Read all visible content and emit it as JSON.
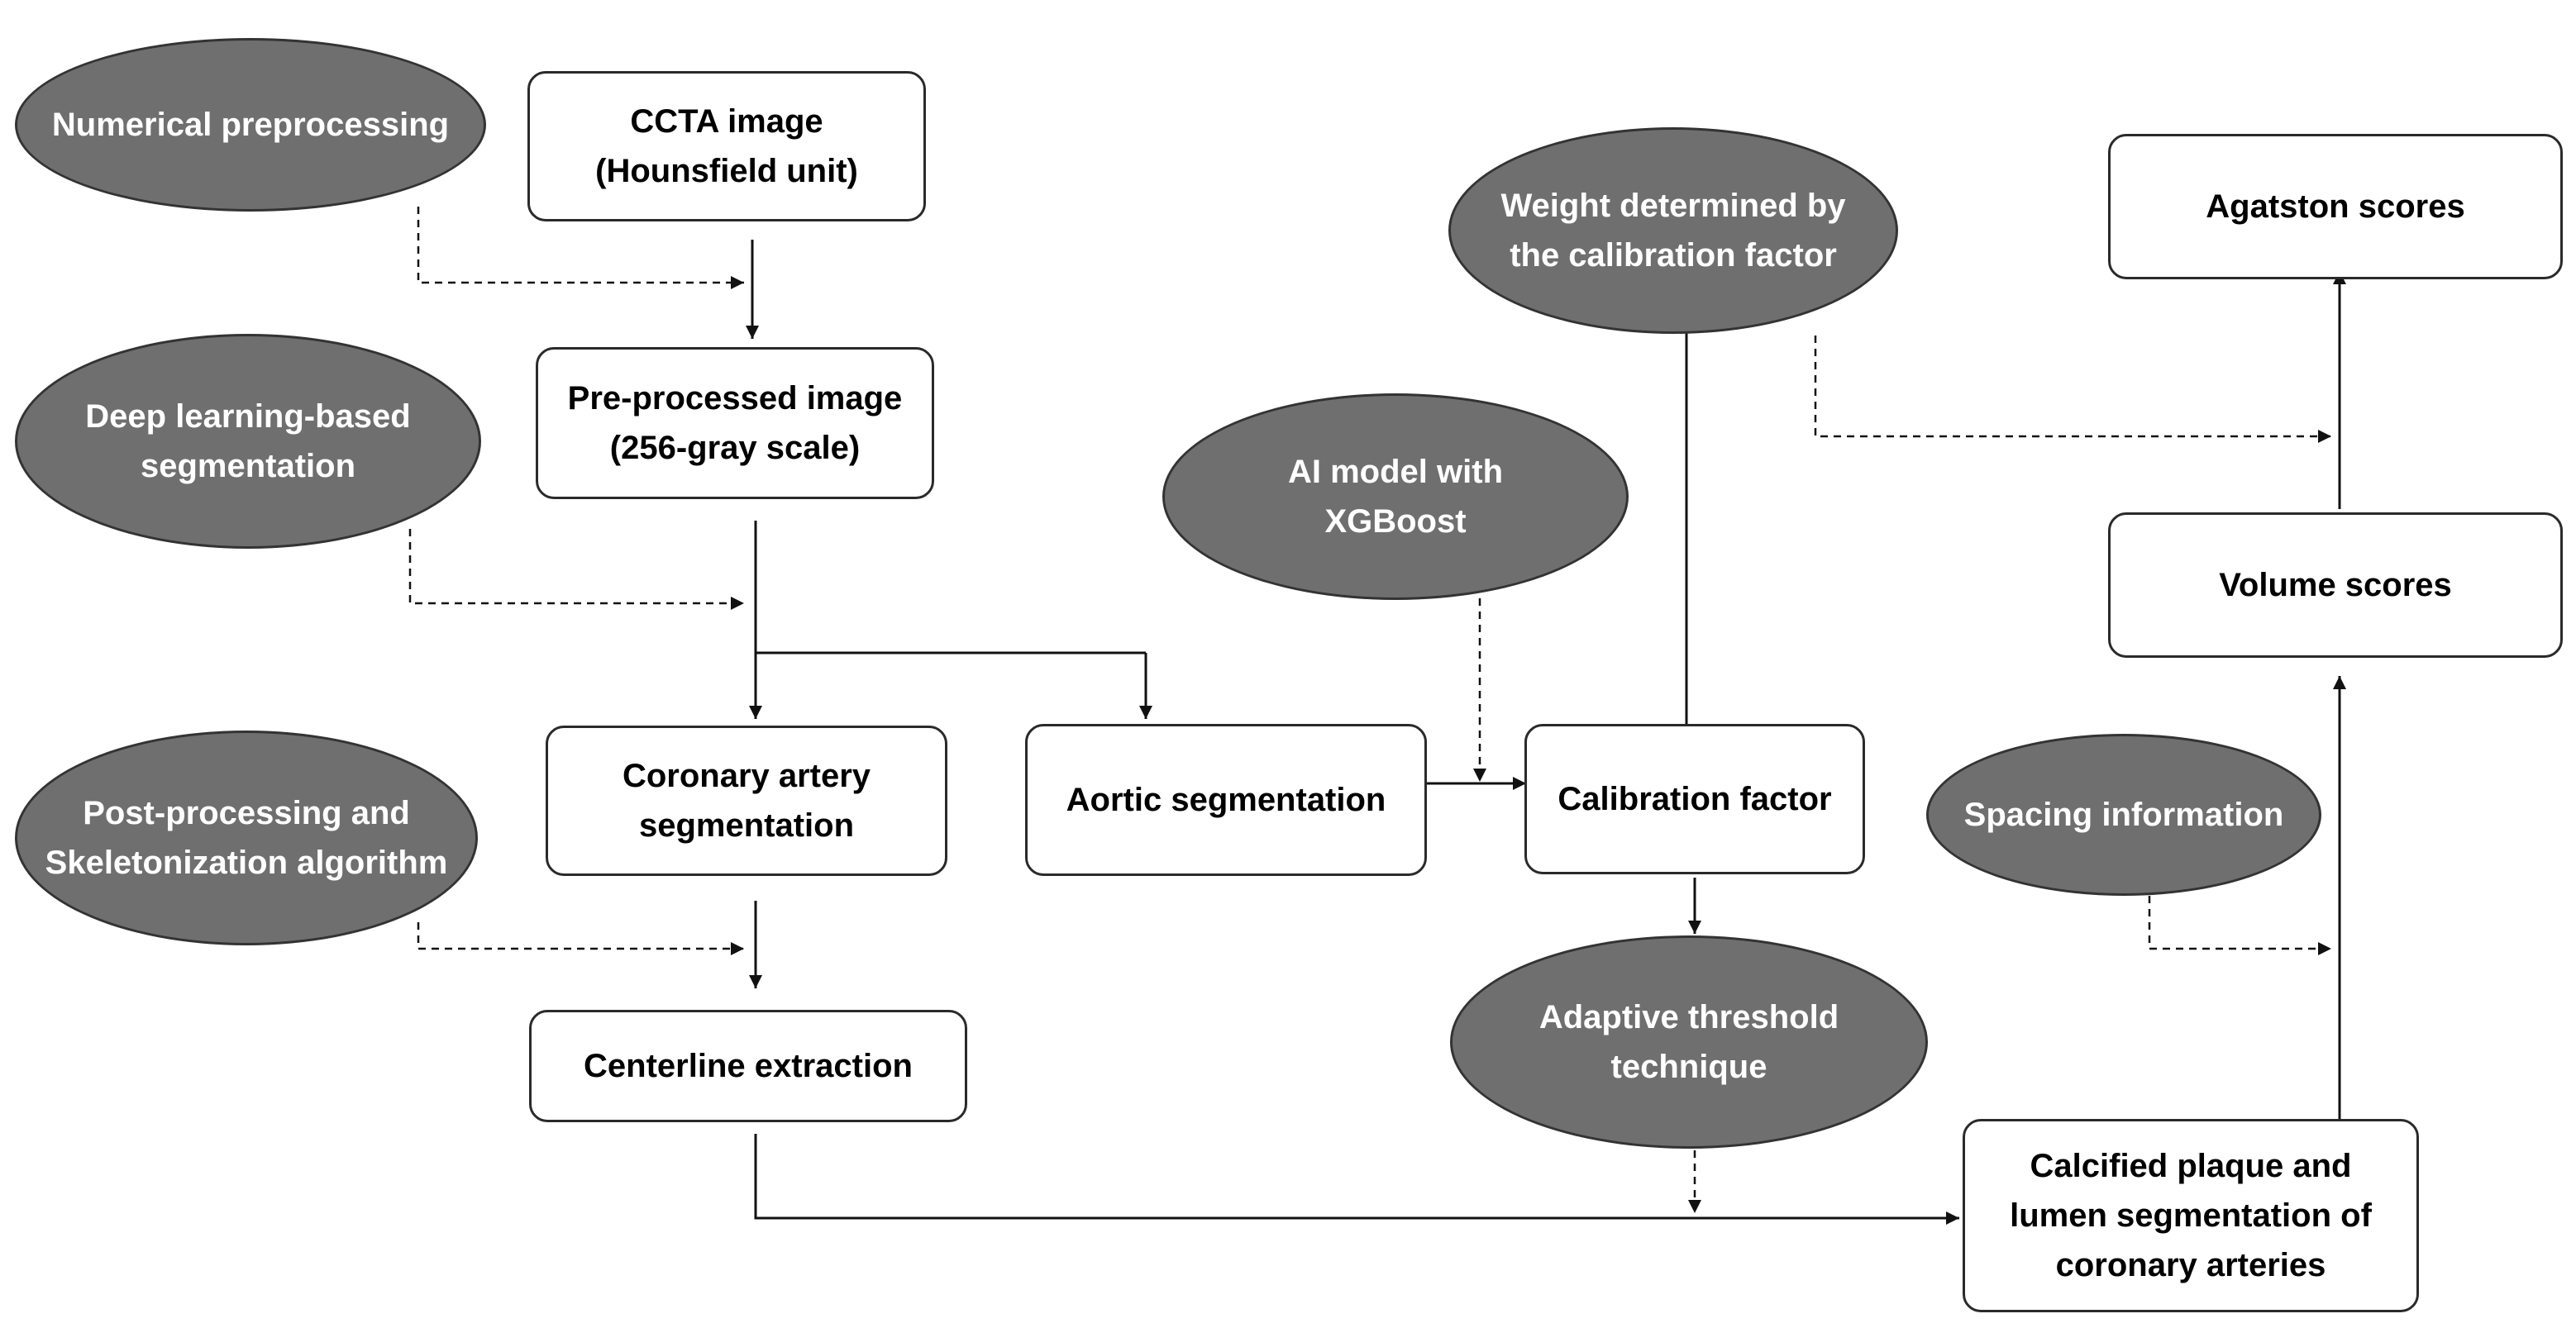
{
  "colors": {
    "ellipse_fill": "#6f6f6f",
    "ellipse_text": "#ffffff",
    "box_fill": "#ffffff",
    "box_text": "#000000",
    "line": "#111111"
  },
  "inputs": {
    "numerical_preprocessing": "Numerical preprocessing",
    "deep_learning_segmentation": "Deep learning-based\nsegmentation",
    "postprocessing_skeletonization": "Post-processing and\nSkeletonization algorithm",
    "ai_model_xgboost": "AI model with\nXGBoost",
    "weight_calibration": "Weight determined by\nthe calibration factor",
    "adaptive_threshold": "Adaptive threshold\ntechnique",
    "spacing_information": "Spacing information"
  },
  "steps": {
    "ccta_image": "CCTA image\n(Hounsfield unit)",
    "preprocessed_image": "Pre-processed image\n(256-gray scale)",
    "coronary_segmentation": "Coronary artery\nsegmentation",
    "aortic_segmentation": "Aortic segmentation",
    "calibration_factor": "Calibration factor",
    "centerline_extraction": "Centerline extraction",
    "calcified_plaque": "Calcified plaque and\nlumen segmentation of\ncoronary arteries",
    "volume_scores": "Volume scores",
    "agatston_scores": "Agatston scores"
  }
}
